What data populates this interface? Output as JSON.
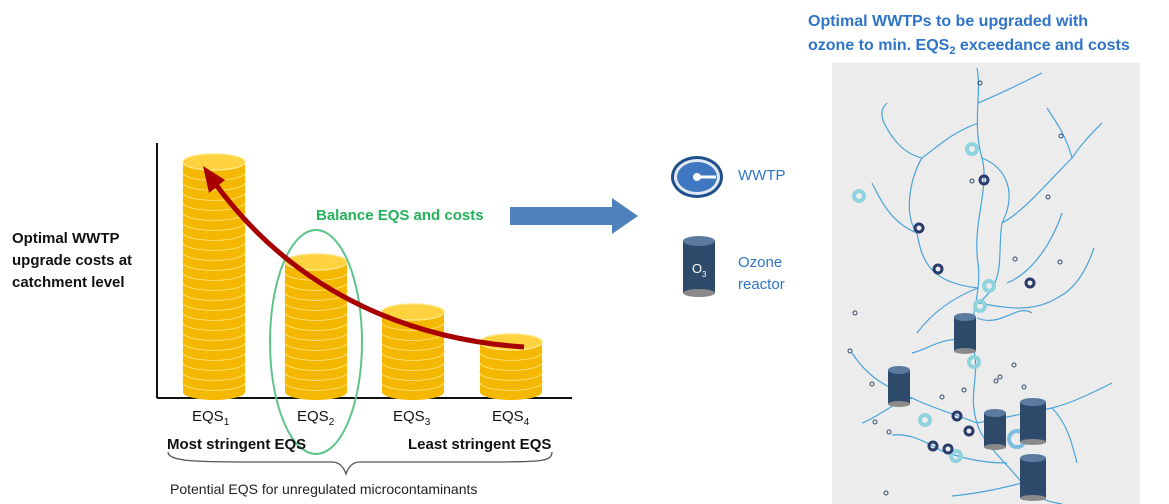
{
  "left_panel": {
    "ylabel": "Optimal WWTP upgrade costs at catchment level",
    "eqs_base": "EQS",
    "eqs_labels": [
      {
        "base": "EQS",
        "sub": "1"
      },
      {
        "base": "EQS",
        "sub": "2"
      },
      {
        "base": "EQS",
        "sub": "3"
      },
      {
        "base": "EQS",
        "sub": "4"
      }
    ],
    "most_stringent": "Most stringent EQS",
    "least_stringent": "Least stringent EQS",
    "potential": "Potential EQS for unregulated microcontaminants",
    "balance": "Balance EQS and costs"
  },
  "legend": {
    "wwtp": "WWTP",
    "ozone_line1": "Ozone",
    "ozone_line2": "reactor",
    "ozone_symbol": "O",
    "ozone_sub": "3"
  },
  "map": {
    "title_line1": "Optimal WWTPs to be upgraded with",
    "title_line2_pre": "ozone to min. EQS",
    "title_line2_sub": "2",
    "title_line2_post": " exceedance and costs"
  },
  "colors": {
    "coin": "#f5b800",
    "coin_edge": "#ffe98a",
    "arrow_red": "#a80000",
    "arrow_blue": "#4f81bd",
    "balance_green": "#22b35a",
    "river": "#4aa3d8",
    "reactor": "#2e4a6b",
    "title_blue": "#2e74c8"
  },
  "icons": [
    "wwtp-icon",
    "ozone-reactor-icon"
  ]
}
